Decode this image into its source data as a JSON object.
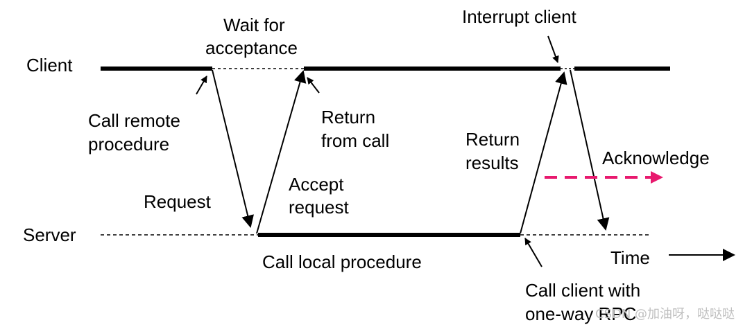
{
  "lanes": {
    "client": "Client",
    "server": "Server"
  },
  "labels": {
    "wait_for_line1": "Wait for",
    "wait_for_line2": "acceptance",
    "call_remote_line1": "Call remote",
    "call_remote_line2": "procedure",
    "request": "Request",
    "return_from_line1": "Return",
    "return_from_line2": "from call",
    "accept_line1": "Accept",
    "accept_line2": "request",
    "call_local": "Call local procedure",
    "interrupt_client": "Interrupt client",
    "return_results_line1": "Return",
    "return_results_line2": "results",
    "acknowledge": "Acknowledge",
    "call_client_line1": "Call client with",
    "call_client_line2": "one-way RPC",
    "time": "Time"
  },
  "watermark": "CSDN @加油呀，哒哒哒",
  "colors": {
    "line": "#000000",
    "acknowledge_arrow": "#e8196e",
    "watermark": "#bfbfbf"
  }
}
